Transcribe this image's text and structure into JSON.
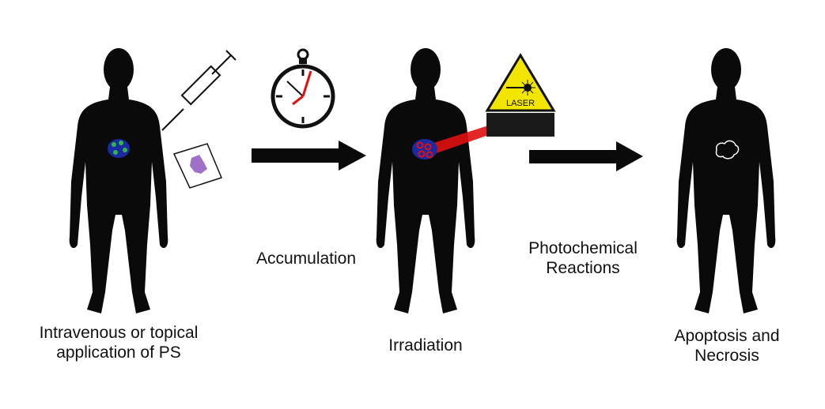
{
  "steps": [
    {
      "label_lines": [
        "Intravenous or topical",
        "application of PS"
      ]
    },
    {
      "label_lines": [
        "Irradiation"
      ]
    },
    {
      "label_lines": [
        "Apoptosis and",
        "Necrosis"
      ]
    }
  ],
  "transitions": [
    {
      "label_lines": [
        "Accumulation"
      ]
    },
    {
      "label_lines": [
        "Photochemical",
        "Reactions"
      ]
    }
  ],
  "laser_sign": {
    "text": "LASER"
  },
  "colors": {
    "silhouette": "#0a0a0a",
    "tumor": "#1a2aa0",
    "ps_dot": "#2fb84a",
    "laser_beam": "#e01010",
    "warning": "#f2e600",
    "ps_patch": "#a070c8"
  }
}
